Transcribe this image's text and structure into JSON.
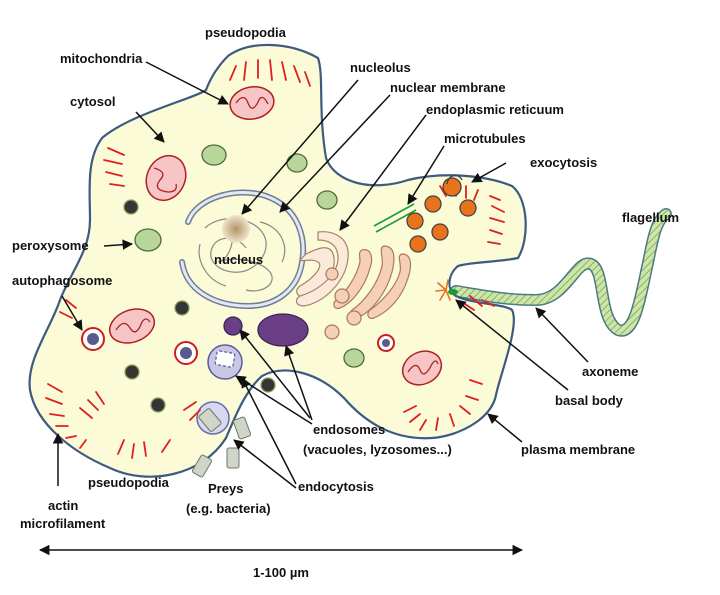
{
  "labels": {
    "pseudopodia_top": "pseudopodia",
    "mitochondria": "mitochondria",
    "cytosol": "cytosol",
    "nucleolus": "nucleolus",
    "nuclear_membrane": "nuclear membrane",
    "endoplasmic_reticulum": "endoplasmic reticuum",
    "microtubules": "microtubules",
    "exocytosis": "exocytosis",
    "flagellum": "flagellum",
    "peroxysome": "peroxysome",
    "autophagosome": "autophagosome",
    "nucleus": "nucleus",
    "axoneme": "axoneme",
    "basal_body": "basal body",
    "plasma_membrane": "plasma membrane",
    "endosomes_line1": "endosomes",
    "endosomes_line2": "(vacuoles, lyzosomes...)",
    "endocytosis": "endocytosis",
    "pseudopodia_bottom": "pseudopodia",
    "preys_line1": "Preys",
    "preys_line2": "(e.g. bacteria)",
    "actin_line1": "actin",
    "actin_line2": "microfilament",
    "scale": "1-100 µm"
  },
  "colors": {
    "cytoplasm": "#fbfbd8",
    "membrane": "#3f5a80",
    "microfilament": "#e0201c",
    "mitochondria_fill": "#f6c6c6",
    "peroxysome": "#b9d69a",
    "endosome": "#6a3f86",
    "vesicle_orange": "#e8731a",
    "golgi": "#f6cfb8",
    "flagellum": "#cde6a8",
    "basal_body": "#e8731a",
    "granule": "#353535"
  }
}
